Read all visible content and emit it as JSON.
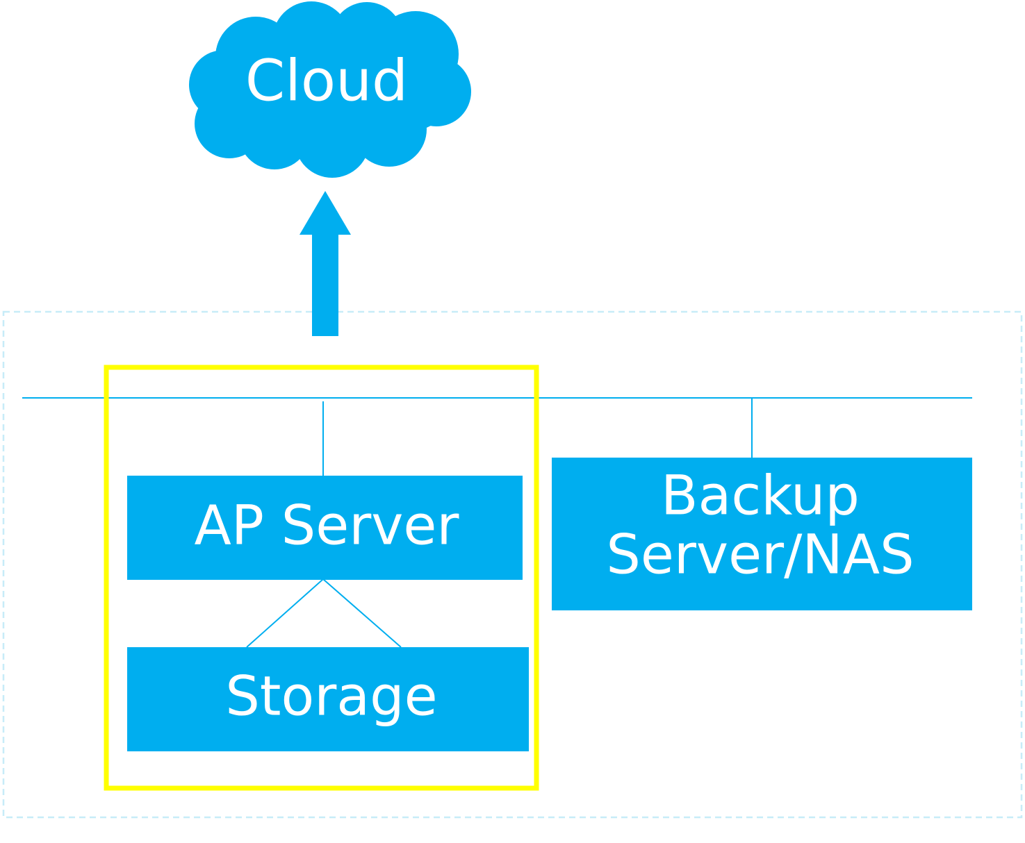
{
  "diagram": {
    "cloud": {
      "label": "Cloud"
    },
    "nodes": {
      "ap_server": {
        "label": "AP Server"
      },
      "storage": {
        "label": "Storage"
      },
      "backup": {
        "label_line1": "Backup",
        "label_line2": "Server/NAS"
      }
    },
    "colors": {
      "primary": "#00AEEF",
      "highlight": "#FFFF00",
      "dashed_border": "#C7ECF8",
      "text": "#FFFFFF"
    },
    "icons": {
      "cloud": "cloud-icon",
      "upload_arrow": "arrow-up-icon"
    }
  }
}
